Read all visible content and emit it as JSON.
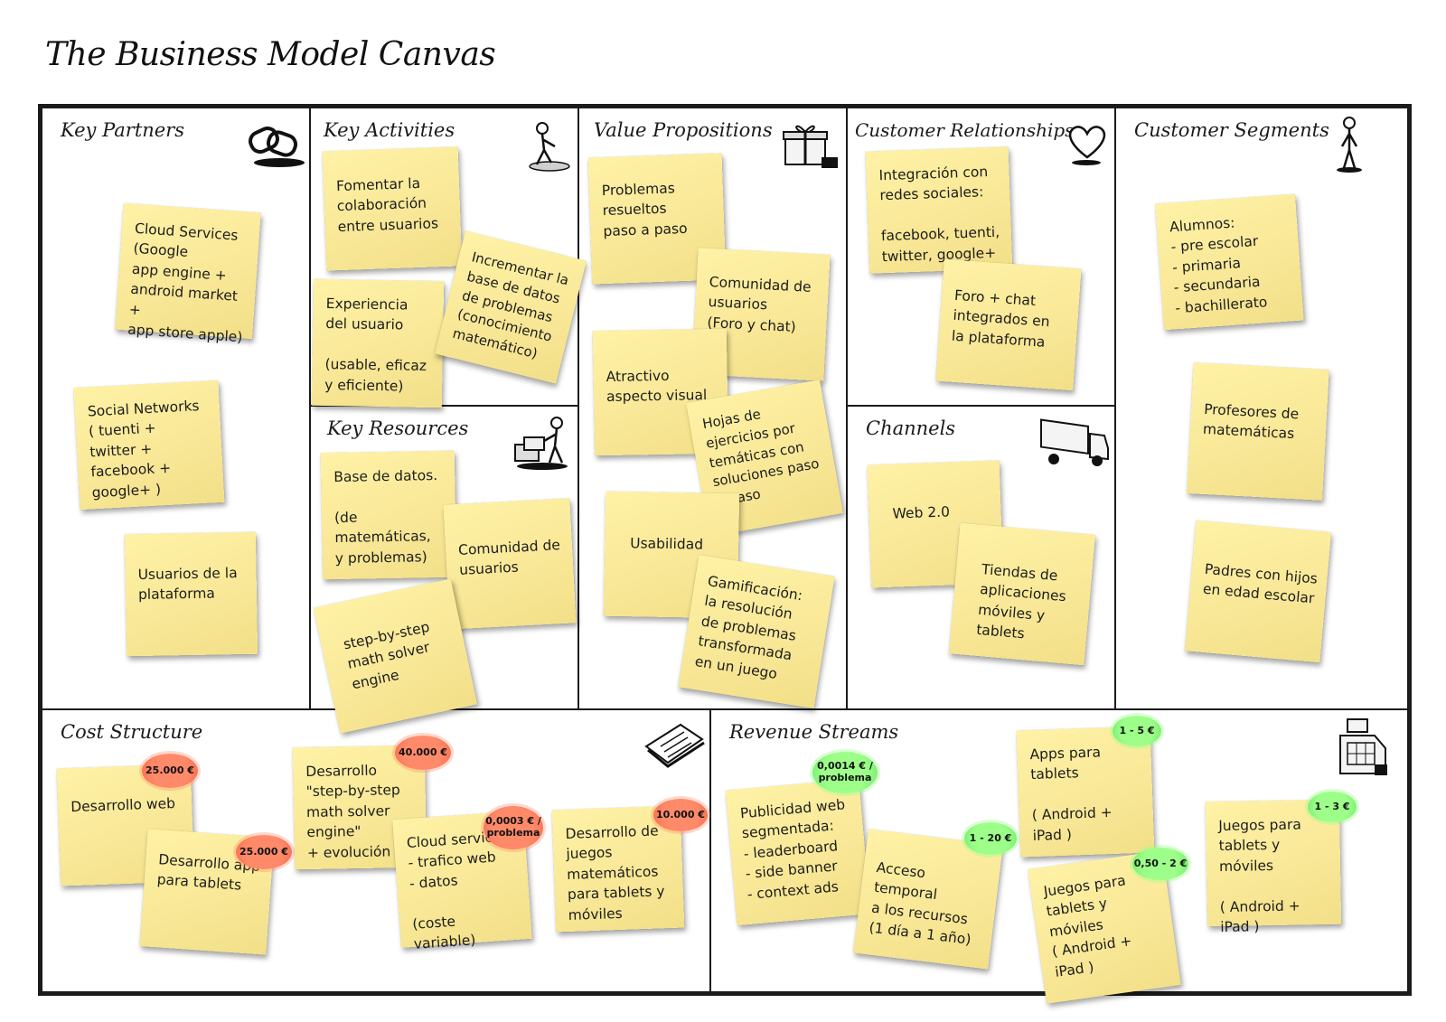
{
  "title": "The Business Model Canvas",
  "blocks": {
    "key_partners": "Key Partners",
    "key_activities": "Key Activities",
    "key_resources": "Key Resources",
    "value_propositions": "Value Propositions",
    "customer_relationships": "Customer Relationships",
    "channels": "Channels",
    "customer_segments": "Customer Segments",
    "cost_structure": "Cost Structure",
    "revenue_streams": "Revenue Streams"
  },
  "icons": {
    "key_partners": "chain-links-icon",
    "key_activities": "worker-icon",
    "key_resources": "worker-with-crates-icon",
    "value_propositions": "gift-box-icon",
    "customer_relationships": "heart-icon",
    "channels": "delivery-truck-icon",
    "customer_segments": "standing-person-icon",
    "cost_structure": "price-tag-icon",
    "revenue_streams": "cash-register-icon"
  },
  "notes": {
    "key_partners": [
      "Cloud Services\n(Google\napp engine +\nandroid market +\napp store apple)",
      "Social Networks\n( tuenti +\ntwitter +\nfacebook +\ngoogle+ )",
      "Usuarios de la\nplataforma"
    ],
    "key_activities": [
      "Fomentar la\ncolaboración\nentre usuarios",
      "Experiencia\ndel usuario\n\n(usable, eficaz\ny eficiente)",
      "Incrementar la\nbase de datos\nde problemas\n(conocimiento\nmatemático)"
    ],
    "key_resources": [
      "Base de datos.\n\n(de matemáticas,\ny problemas)",
      "Comunidad de\nusuarios",
      "step-by-step\nmath solver\nengine"
    ],
    "value_propositions": [
      "Problemas\nresueltos\npaso a paso",
      "Comunidad de\nusuarios\n(Foro y chat)",
      "Atractivo\naspecto visual",
      "Hojas de\nejercicios por\ntemáticas con\nsoluciones paso\na paso",
      "Usabilidad",
      "Gamificación:\nla resolución\nde problemas\ntransformada\nen un juego"
    ],
    "customer_relationships": [
      "Integración con\nredes sociales:\n\nfacebook, tuenti,\ntwitter, google+",
      "Foro + chat\nintegrados en\nla plataforma"
    ],
    "channels": [
      "Web 2.0",
      "Tiendas de\naplicaciones\nmóviles y\ntablets"
    ],
    "customer_segments": [
      "Alumnos:\n- pre escolar\n- primaria\n- secundaria\n- bachillerato",
      "Profesores de\nmatemáticas",
      "Padres con hijos\nen edad escolar"
    ],
    "cost_structure": [
      "Desarrollo web",
      "Desarrollo app\npara tablets",
      "Desarrollo\n\"step-by-step\nmath solver\nengine\"\n+ evolución",
      "Cloud services\n- trafico web\n- datos\n\n(coste variable)",
      "Desarrollo de\njuegos\nmatemáticos\npara tablets y\nmóviles"
    ],
    "revenue_streams": [
      "Publicidad web\nsegmentada:\n- leaderboard\n- side banner\n- context ads",
      "Acceso temporal\na los recursos\n(1 día a 1 año)",
      "Apps para\ntablets\n\n( Android +\niPad )",
      "Juegos para\ntablets y\nmóviles\n( Android +\niPad )",
      "Juegos para\ntablets y móviles\n\n( Android +\niPad )"
    ]
  },
  "badges": {
    "cost": [
      "25.000 €",
      "25.000 €",
      "40.000 €",
      "0,0003 € /\nproblema",
      "10.000 €"
    ],
    "revenue": [
      "0,0014 € /\nproblema",
      "1 - 20 €",
      "1 - 5 €",
      "0,50 - 2 €",
      "1 - 3 €"
    ]
  },
  "colors": {
    "sticky_note": "#f8e796",
    "cost_badge": "#ff8a6a",
    "revenue_badge": "#9dff8a",
    "border": "#1b1b1b"
  }
}
